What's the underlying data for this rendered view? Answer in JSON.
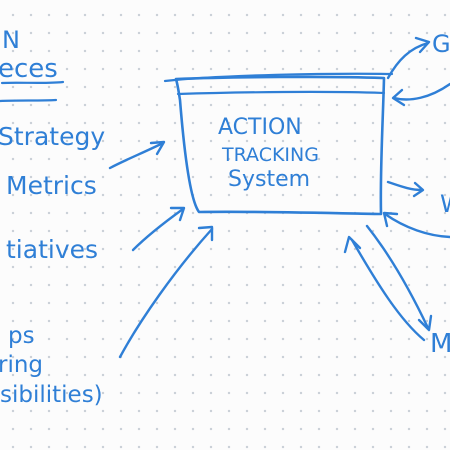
{
  "ink_color": "#2f7fd6",
  "paper_color": "#fcfcfc",
  "dot_color": "#c9cfd6",
  "left_heading": {
    "line1": "N",
    "line2": "eces"
  },
  "left_items": [
    "Strategy",
    "Metrics",
    "tiatives",
    "ps",
    "ring",
    "sibilities)"
  ],
  "central_box": {
    "line1": "ACTION",
    "line2": "TRACKING",
    "line3": "System"
  },
  "right_items": [
    "G",
    "W",
    "M"
  ]
}
